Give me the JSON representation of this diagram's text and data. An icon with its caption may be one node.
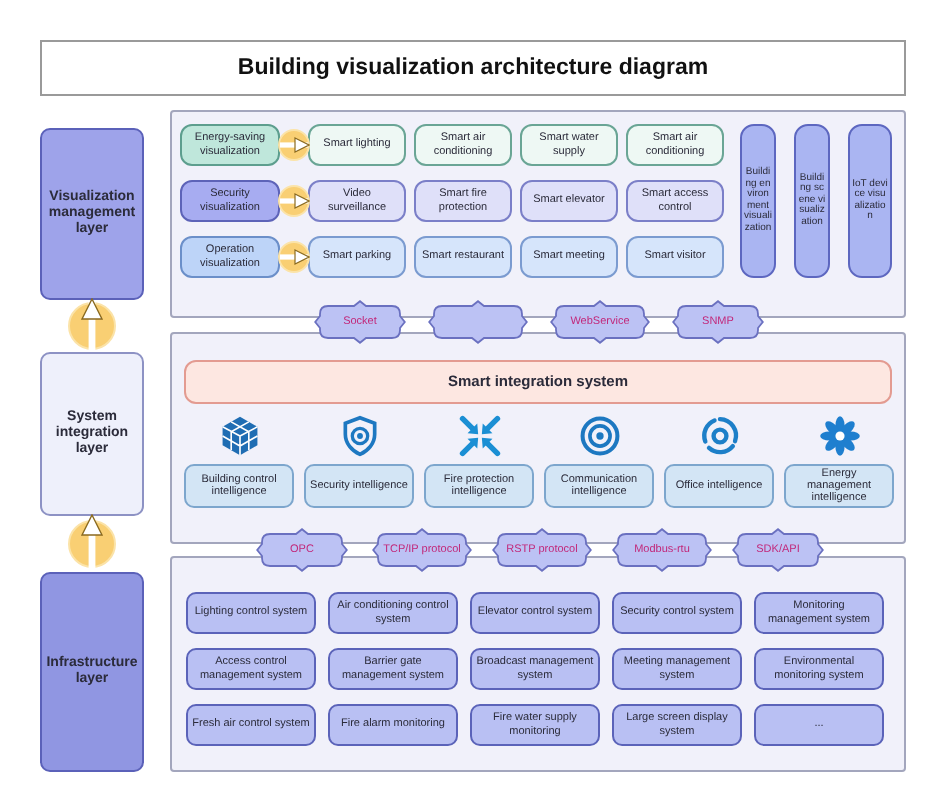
{
  "diagram": {
    "title": "Building visualization architecture diagram",
    "nodes": [
      {
        "text": [
          "Visualization management layer"
        ]
      },
      {
        "text": [],
        "shape": "box"
      },
      {
        "text": [
          "Energy-saving visualization"
        ],
        "in": 1
      },
      {
        "text": [
          "Smart lighting"
        ],
        "in": 1
      },
      {
        "text": [
          "Smart air conditioning"
        ],
        "in": 1
      },
      {
        "text": [
          "Smart water supply"
        ],
        "in": 1
      },
      {
        "text": [
          "Smart air conditioning"
        ],
        "in": 1
      },
      {
        "text": [
          "Building environment visualization"
        ],
        "in": 1
      },
      {
        "text": [
          "Building scene visualization"
        ],
        "in": 1
      },
      {
        "text": [
          "IoT device visualization"
        ],
        "in": 1
      },
      {
        "text": [
          "Security visualization"
        ],
        "in": 1
      },
      {
        "text": [
          "Video surveillance"
        ],
        "in": 1
      },
      {
        "text": [
          "Smart fire protection"
        ],
        "in": 1
      },
      {
        "text": [
          "Smart elevator"
        ],
        "in": 1
      },
      {
        "text": [
          "Smart access control"
        ],
        "in": 1
      },
      {
        "text": [
          "Operation visualization"
        ],
        "in": 1
      },
      {
        "text": [
          "Smart parking"
        ],
        "in": 1
      },
      {
        "text": [
          "Smart restaurant"
        ],
        "in": 1
      },
      {
        "text": [
          "Smart meeting"
        ],
        "in": 1
      },
      {
        "text": [
          "Smart visitor"
        ],
        "in": 1
      },
      {
        "text": [
          "Socket"
        ]
      },
      {
        "text": [],
        "shape": "tag"
      },
      {
        "text": [
          "WebService"
        ]
      },
      {
        "text": [
          "SNMP"
        ]
      },
      {
        "text": [
          "System integration layer"
        ]
      },
      {
        "text": [],
        "shape": "box"
      },
      {
        "text": [
          "Smart integration system"
        ],
        "in": 25
      },
      {
        "text": [
          "Building control intelligence"
        ],
        "in": 25
      },
      {
        "text": [
          "Security intelligence"
        ],
        "in": 25
      },
      {
        "text": [
          "Fire protection intelligence"
        ],
        "in": 25
      },
      {
        "text": [
          "Communication intelligence"
        ],
        "in": 25
      },
      {
        "text": [
          "Office intelligence"
        ],
        "in": 25
      },
      {
        "text": [
          "Energy management intelligence"
        ],
        "in": 25
      },
      {
        "text": [
          "OPC"
        ]
      },
      {
        "text": [
          "TCP/IP protocol"
        ]
      },
      {
        "text": [
          "RSTP protocol"
        ]
      },
      {
        "text": [
          "Modbus-rtu"
        ]
      },
      {
        "text": [
          "SDK/API"
        ]
      },
      {
        "text": [
          "Infrastructure layer"
        ]
      },
      {
        "text": [],
        "shape": "box"
      },
      {
        "text": [
          "Lighting control system"
        ],
        "in": 39
      },
      {
        "text": [
          "Air conditioning control system"
        ],
        "in": 39
      },
      {
        "text": [
          "Elevator control system"
        ],
        "in": 39
      },
      {
        "text": [
          "Security control system"
        ],
        "in": 39
      },
      {
        "text": [
          "Monitoring management system"
        ],
        "in": 39
      },
      {
        "text": [
          "Access control management system"
        ],
        "in": 39
      },
      {
        "text": [
          "Barrier gate management system"
        ],
        "in": 39
      },
      {
        "text": [
          "Broadcast management system"
        ],
        "in": 39
      },
      {
        "text": [
          "Meeting management system"
        ],
        "in": 39
      },
      {
        "text": [
          "Environmental monitoring system"
        ],
        "in": 39
      },
      {
        "text": [
          "Fresh air control system"
        ],
        "in": 39
      },
      {
        "text": [
          "Fire alarm monitoring"
        ],
        "in": 39
      },
      {
        "text": [
          "Fire water supply monitoring"
        ],
        "in": 39
      },
      {
        "text": [
          "Large screen display system"
        ],
        "in": 39
      },
      {
        "text": [
          "..."
        ],
        "in": 39
      }
    ],
    "edges": [
      {
        "from": 2,
        "to": 3,
        "arrow": "to"
      },
      {
        "from": 10,
        "to": 11,
        "arrow": "to"
      },
      {
        "from": 15,
        "to": 16,
        "arrow": "to"
      },
      {
        "from": 38,
        "to": 24,
        "arrow": "to"
      },
      {
        "from": 24,
        "to": 0,
        "arrow": "to"
      }
    ]
  }
}
